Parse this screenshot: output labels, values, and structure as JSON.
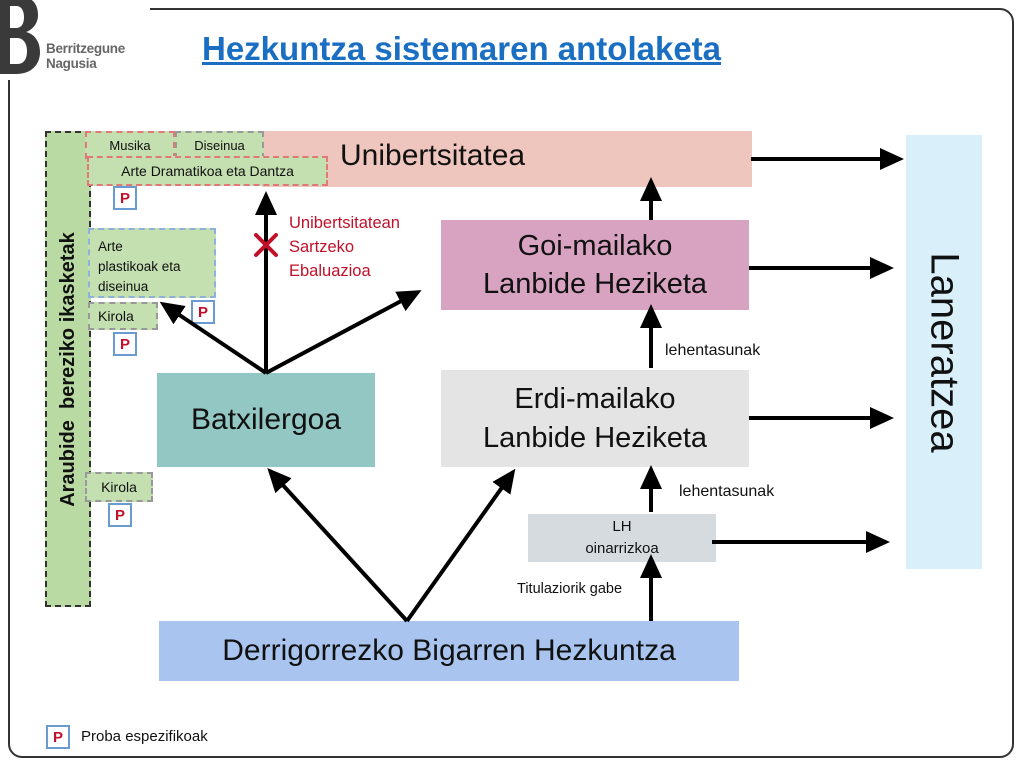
{
  "header": {
    "logo_line1": "Berritzegune",
    "logo_line2": "Nagusia",
    "title": "Hezkuntza sistemaren antolaketa"
  },
  "diagram": {
    "side_label": "Araubide  bereziko ikasketak",
    "unibertsitatea": "Unibertsitatea",
    "goi_line1": "Goi-mailako",
    "goi_line2": "Lanbide Heziketa",
    "erdi_line1": "Erdi-mailako",
    "erdi_line2": "Lanbide Heziketa",
    "batxilergoa": "Batxilergoa",
    "lh_line1": "LH",
    "lh_line2": "oinarrizkoa",
    "dbh": "Derrigorrezko Bigarren Hezkuntza",
    "laneratzea": "Laneratzea",
    "musika": "Musika",
    "diseinua": "Diseinua",
    "arte_dramatikoa": "Arte Dramatikoa eta Dantza",
    "arte_line1": "Arte",
    "arte_line2": "plastikoak eta",
    "arte_line3": "diseinua",
    "kirola": "Kirola",
    "p": "P",
    "evau_line1": "Unibertsitatean",
    "evau_line2": "Sartzeko",
    "evau_line3": "Ebaluazioa",
    "lehentasunak": "lehentasunak",
    "titulaziorik_gabe": "Titulaziorik gabe"
  },
  "legend": {
    "p": "P",
    "text": "Proba espezifikoak"
  },
  "colors": {
    "title_blue": "#1a6fc2",
    "side_green": "#b9dba3",
    "uni_pink": "#efc6bd",
    "goi_magenta": "#d8a3c1",
    "grey": "#e4e4e4",
    "teal": "#93c7c3",
    "lh_grey": "#d6dbe0",
    "dbh_blue": "#a9c5ef",
    "laneratzea_cyan": "#d9f0fb",
    "small_green": "#c4dfb0",
    "red": "#c0102a"
  }
}
